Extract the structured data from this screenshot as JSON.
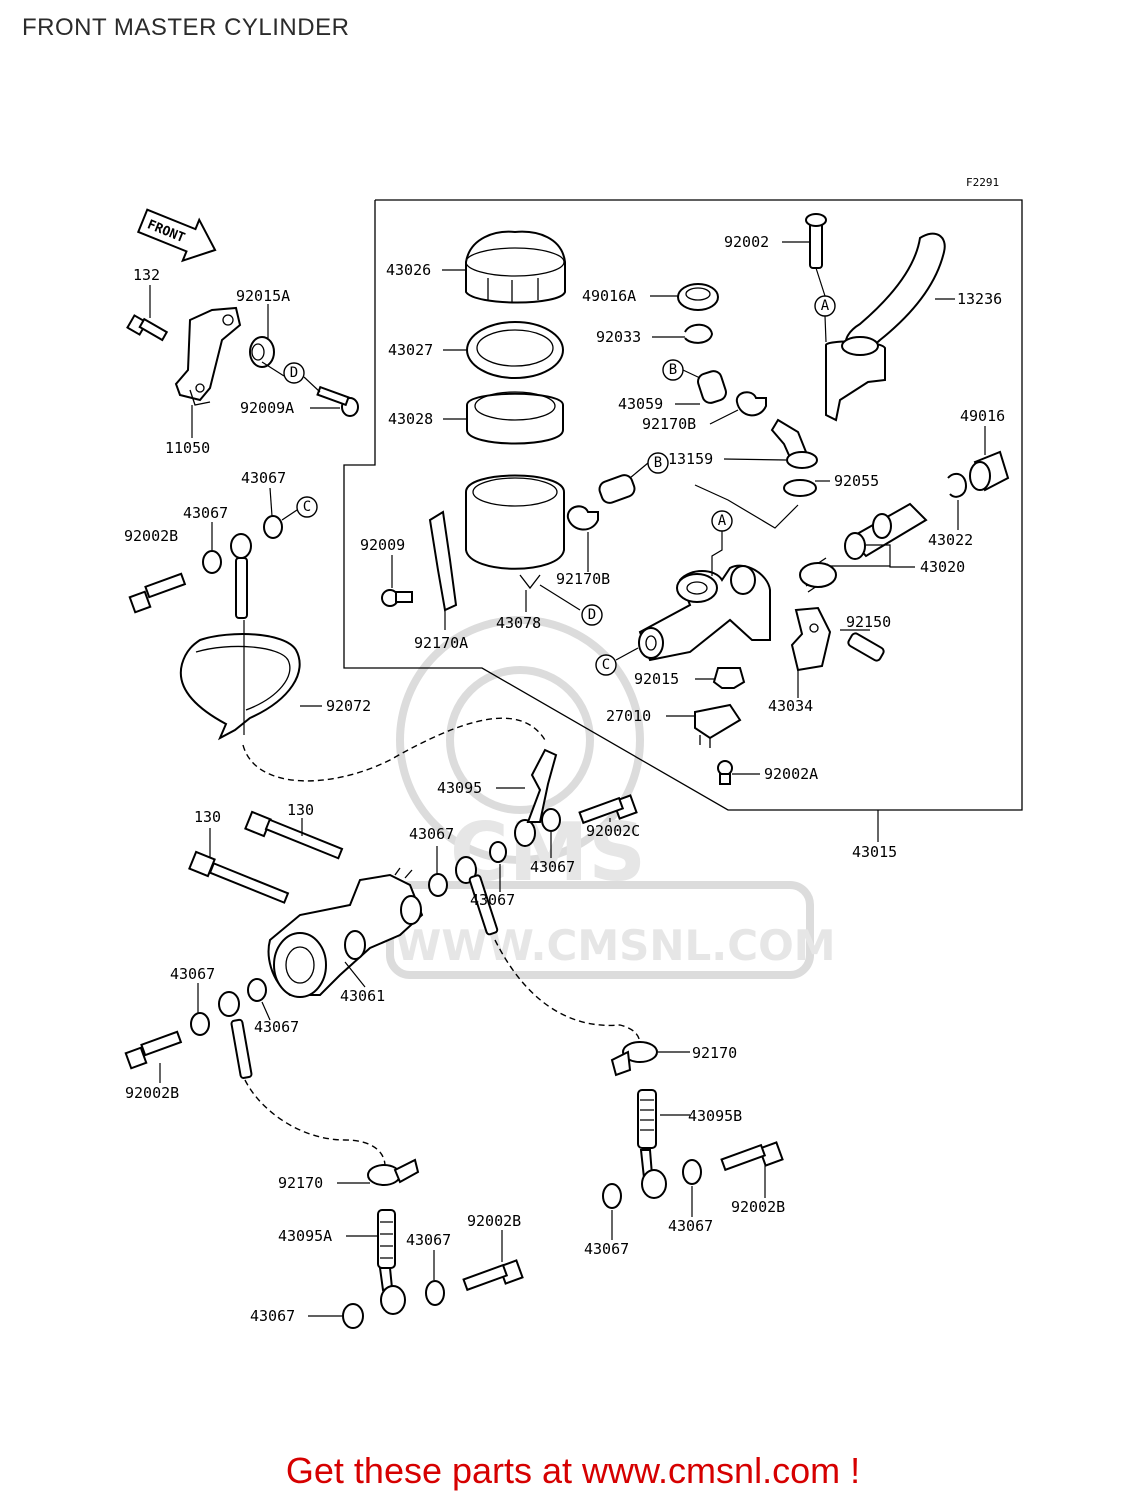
{
  "page": {
    "title": "FRONT MASTER CYLINDER"
  },
  "figure_code": "F2291",
  "front_arrow": "FRONT",
  "watermark": {
    "logo": "CMS",
    "url": "WWW.CMSNL.COM"
  },
  "labels": {
    "l43026": "43026",
    "l43027": "43027",
    "l43028": "43028",
    "l49016a": "49016A",
    "l92033": "92033",
    "l43059": "43059",
    "l92170b_1": "92170B",
    "l13159": "13159",
    "l92055": "92055",
    "l92002": "92002",
    "l13236": "13236",
    "l49016": "49016",
    "l43022": "43022",
    "l43020": "43020",
    "l92009": "92009",
    "l92170b_2": "92170B",
    "l92170a": "92170A",
    "l43078": "43078",
    "l92150": "92150",
    "l92015": "92015",
    "l43034": "43034",
    "l27010": "27010",
    "l92002a": "92002A",
    "l43015": "43015",
    "l132": "132",
    "l92015a": "92015A",
    "l92009a": "92009A",
    "l11050": "11050",
    "l43067_a": "43067",
    "l43067_b": "43067",
    "l92002b_a": "92002B",
    "l92072": "92072",
    "l43095": "43095",
    "l92002c": "92002C",
    "l43067_c": "43067",
    "l43067_d": "43067",
    "l43067_e": "43067",
    "l130_a": "130",
    "l130_b": "130",
    "l43061": "43061",
    "l43067_f": "43067",
    "l43067_g": "43067",
    "l92002b_b": "92002B",
    "l92170_a": "92170",
    "l43095b": "43095B",
    "l92002b_c": "92002B",
    "l43067_h": "43067",
    "l43067_i": "43067",
    "l92170_b": "92170",
    "l43095a": "43095A",
    "l43067_j": "43067",
    "l92002b_d": "92002B",
    "l43067_k": "43067"
  },
  "callouts": {
    "a": "A",
    "b": "B",
    "c": "C",
    "d": "D"
  },
  "footer": {
    "text": "Get these parts at www.cmsnl.com !"
  }
}
